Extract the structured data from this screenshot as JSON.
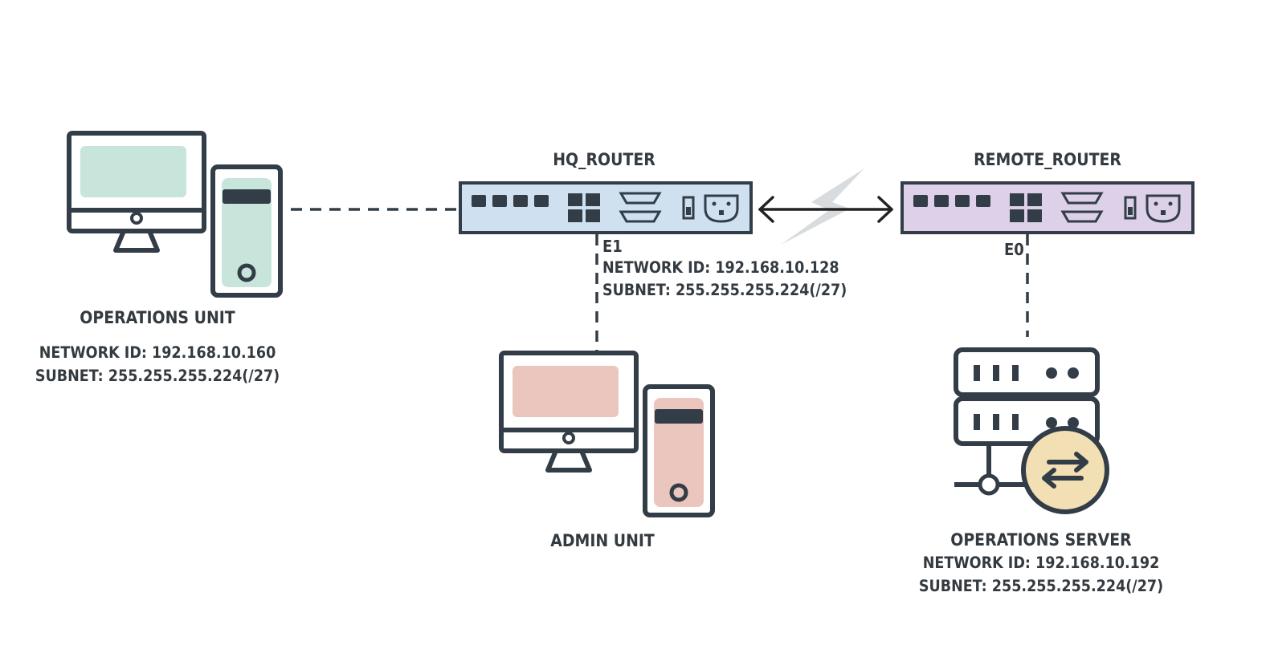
{
  "nodes": {
    "operations_unit": {
      "label": "OPERATIONS UNIT",
      "network_id": "NETWORK ID: 192.168.10.160",
      "subnet": "SUBNET: 255.255.255.224(/27)",
      "screen_color": "#c8e5dc",
      "tower_color": "#c8e5dc"
    },
    "admin_unit": {
      "label": "ADMIN UNIT",
      "screen_color": "#ebc6bf",
      "tower_color": "#ebc6bf"
    },
    "operations_server": {
      "label": "OPERATIONS SERVER",
      "network_id": "NETWORK ID: 192.168.10.192",
      "subnet": "SUBNET: 255.255.255.224(/27)",
      "badge_color": "#f3dfb4"
    }
  },
  "routers": {
    "hq": {
      "label": "HQ_ROUTER",
      "port": "E1",
      "network_id": "NETWORK ID: 192.168.10.128",
      "subnet": "SUBNET: 255.255.255.224(/27)",
      "panel_color": "#cfe0f0"
    },
    "remote": {
      "label": "REMOTE_ROUTER",
      "port": "E0",
      "panel_color": "#ddd1ea"
    }
  },
  "colors": {
    "outline": "#333d47",
    "wan_bolt": "#d9dcde"
  },
  "icons": {
    "workstation": "desktop-computer-icon",
    "router": "router-icon",
    "server": "server-icon",
    "transfer": "transfer-arrows-icon",
    "wan_link": "lightning-bolt-icon"
  }
}
